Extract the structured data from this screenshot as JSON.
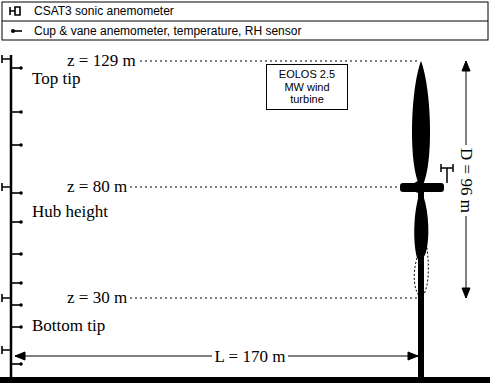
{
  "diagram": {
    "nodes": [
      {
        "text": [
          "EOLOS 2.5 MW wind turbine"
        ]
      }
    ],
    "labels": [
      "z = 129 m",
      "Top tip",
      "z = 80 m",
      "Hub height",
      "z = 30 m",
      "Bottom tip",
      "L = 170 m",
      "D = 96 m"
    ],
    "legend": [
      {
        "text": "CSAT3 sonic anemometer"
      },
      {
        "text": "Cup & vane anemometer, temperature, RH sensor"
      }
    ]
  }
}
